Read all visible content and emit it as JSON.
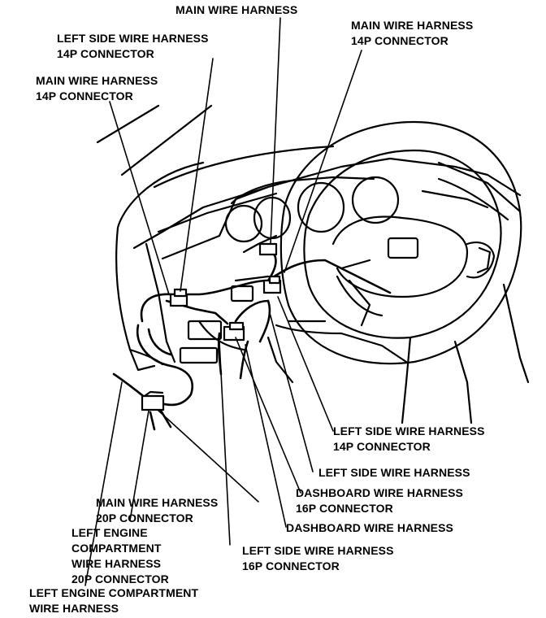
{
  "labels": {
    "main_harness_top": {
      "line1": "MAIN WIRE HARNESS"
    },
    "left_side_14p_top": {
      "line1": "LEFT SIDE WIRE HARNESS",
      "line2": "14P CONNECTOR"
    },
    "main_14p_left": {
      "line1": "MAIN WIRE HARNESS",
      "line2": "14P CONNECTOR"
    },
    "main_14p_right": {
      "line1": "MAIN WIRE HARNESS",
      "line2": "14P CONNECTOR"
    },
    "left_side_14p_right": {
      "line1": "LEFT SIDE WIRE HARNESS",
      "line2": "14P CONNECTOR"
    },
    "left_side_harness": {
      "line1": "LEFT SIDE WIRE HARNESS"
    },
    "dashboard_16p": {
      "line1": "DASHBOARD WIRE HARNESS",
      "line2": "16P CONNECTOR"
    },
    "dashboard_harness": {
      "line1": "DASHBOARD WIRE HARNESS"
    },
    "main_20p": {
      "line1": "MAIN WIRE HARNESS",
      "line2": "20P CONNECTOR"
    },
    "left_engine_20p": {
      "line1": "LEFT ENGINE",
      "line2": "COMPARTMENT",
      "line3": "WIRE HARNESS",
      "line4": "20P CONNECTOR"
    },
    "left_side_16p": {
      "line1": "LEFT SIDE WIRE HARNESS",
      "line2": "16P CONNECTOR"
    },
    "left_engine_harness": {
      "line1": "LEFT ENGINE COMPARTMENT",
      "line2": "WIRE HARNESS"
    }
  },
  "colors": {
    "ink": "#000000",
    "paper": "#ffffff"
  }
}
